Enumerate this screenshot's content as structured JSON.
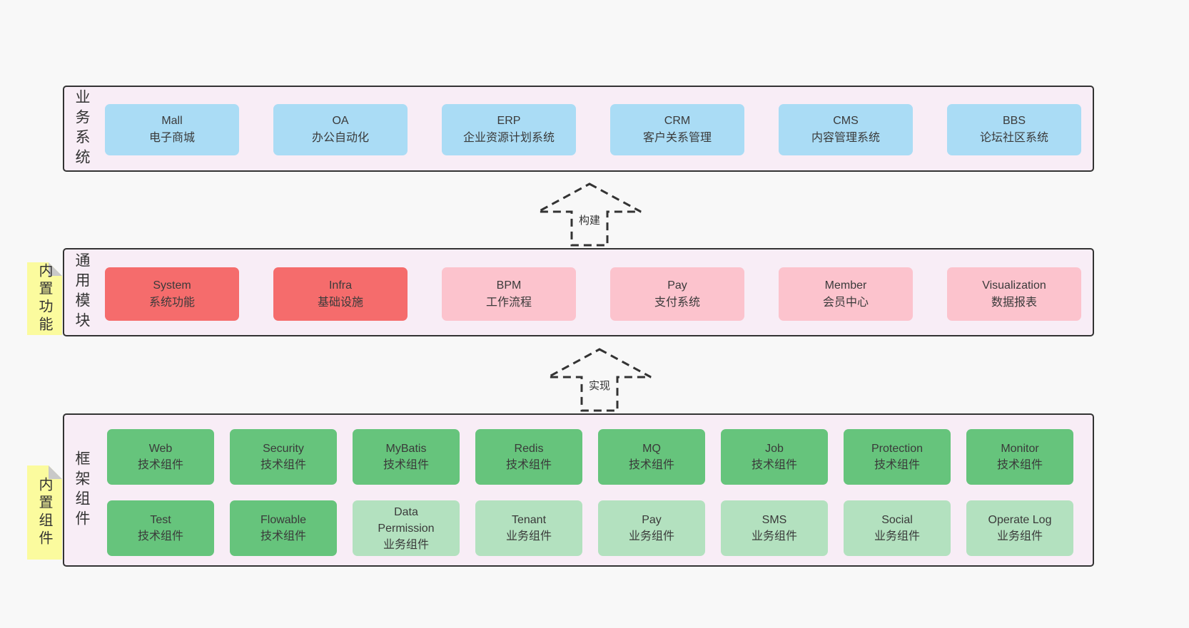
{
  "colors": {
    "page": "#f8f8f8",
    "panel": "#f8edf6",
    "border": "#333333",
    "text": "#3a3a3a",
    "blue": "#aadcf5",
    "red": "#f56c6c",
    "pink": "#fcc3cd",
    "green": "#66c47c",
    "lightgreen": "#b3e1bf",
    "note": "#fbfb9e",
    "fold": "#c9c9c9"
  },
  "layers": {
    "business": {
      "label": "业务系统",
      "boxes": [
        {
          "title": "Mall",
          "subtitle": "电子商城",
          "variant": "blue"
        },
        {
          "title": "OA",
          "subtitle": "办公自动化",
          "variant": "blue"
        },
        {
          "title": "ERP",
          "subtitle": "企业资源计划系统",
          "variant": "blue"
        },
        {
          "title": "CRM",
          "subtitle": "客户关系管理",
          "variant": "blue"
        },
        {
          "title": "CMS",
          "subtitle": "内容管理系统",
          "variant": "blue"
        },
        {
          "title": "BBS",
          "subtitle": "论坛社区系统",
          "variant": "blue"
        }
      ]
    },
    "common": {
      "label": "通用模块",
      "note": "内置功能",
      "boxes": [
        {
          "title": "System",
          "subtitle": "系统功能",
          "variant": "red"
        },
        {
          "title": "Infra",
          "subtitle": "基础设施",
          "variant": "red"
        },
        {
          "title": "BPM",
          "subtitle": "工作流程",
          "variant": "pink"
        },
        {
          "title": "Pay",
          "subtitle": "支付系统",
          "variant": "pink"
        },
        {
          "title": "Member",
          "subtitle": "会员中心",
          "variant": "pink"
        },
        {
          "title": "Visualization",
          "subtitle": "数据报表",
          "variant": "pink"
        }
      ]
    },
    "framework": {
      "label": "框架组件",
      "note": "内置组件",
      "row1": [
        {
          "title": "Web",
          "subtitle": "技术组件",
          "variant": "green"
        },
        {
          "title": "Security",
          "subtitle": "技术组件",
          "variant": "green"
        },
        {
          "title": "MyBatis",
          "subtitle": "技术组件",
          "variant": "green"
        },
        {
          "title": "Redis",
          "subtitle": "技术组件",
          "variant": "green"
        },
        {
          "title": "MQ",
          "subtitle": "技术组件",
          "variant": "green"
        },
        {
          "title": "Job",
          "subtitle": "技术组件",
          "variant": "green"
        },
        {
          "title": "Protection",
          "subtitle": "技术组件",
          "variant": "green"
        },
        {
          "title": "Monitor",
          "subtitle": "技术组件",
          "variant": "green"
        }
      ],
      "row2": [
        {
          "title": "Test",
          "subtitle": "技术组件",
          "variant": "green"
        },
        {
          "title": "Flowable",
          "subtitle": "技术组件",
          "variant": "green"
        },
        {
          "title": "Data Permission",
          "subtitle": "业务组件",
          "variant": "lightgreen"
        },
        {
          "title": "Tenant",
          "subtitle": "业务组件",
          "variant": "lightgreen"
        },
        {
          "title": "Pay",
          "subtitle": "业务组件",
          "variant": "lightgreen"
        },
        {
          "title": "SMS",
          "subtitle": "业务组件",
          "variant": "lightgreen"
        },
        {
          "title": "Social",
          "subtitle": "业务组件",
          "variant": "lightgreen"
        },
        {
          "title": "Operate Log",
          "subtitle": "业务组件",
          "variant": "lightgreen"
        }
      ]
    }
  },
  "arrows": {
    "build": {
      "label": "构建"
    },
    "implement": {
      "label": "实现"
    }
  }
}
